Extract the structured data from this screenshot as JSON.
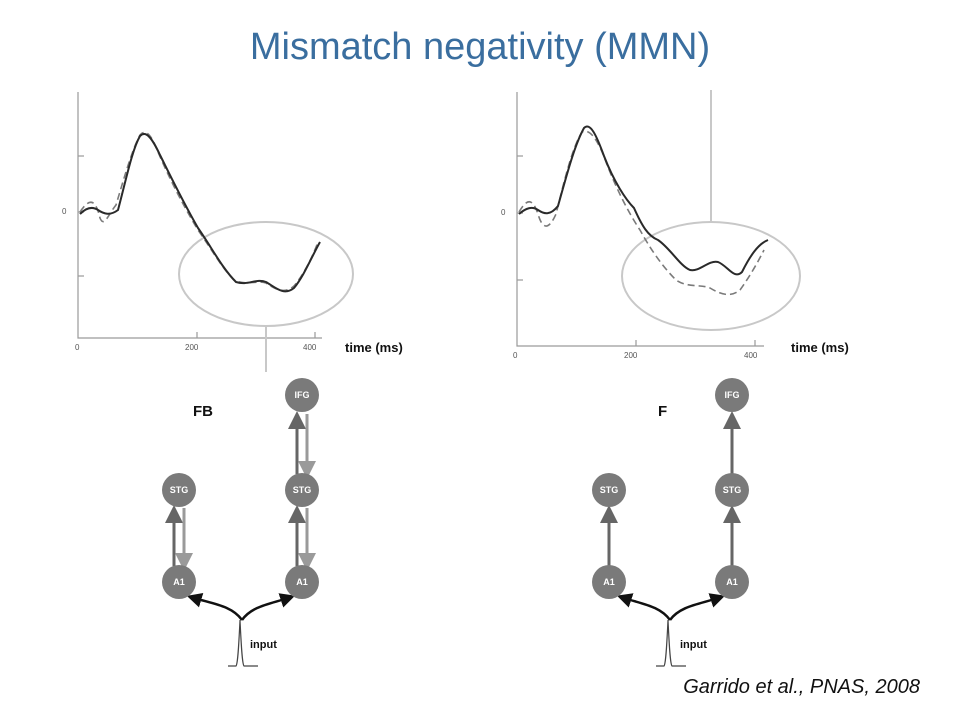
{
  "title": "Mismatch negativity (MMN)",
  "citation": "Garrido et al., PNAS, 2008",
  "colors": {
    "title": "#3a6e9f",
    "node": "#7a7a7a",
    "arrow_up": "#666666",
    "arrow_down": "#9a9a9a",
    "ellipse": "#c8c8c8"
  },
  "plots": [
    {
      "zero_label": "0",
      "x_ticks": [
        "0",
        "200",
        "400"
      ],
      "time_label": "time (ms)"
    },
    {
      "zero_label": "0",
      "x_ticks": [
        "0",
        "200",
        "400"
      ],
      "time_label": "time (ms)"
    }
  ],
  "networks": [
    {
      "label": "FB",
      "nodes": {
        "ifg": "IFG",
        "stg_left": "STG",
        "stg_right": "STG",
        "a1_left": "A1",
        "a1_right": "A1"
      },
      "input_label": "input"
    },
    {
      "label": "F",
      "nodes": {
        "ifg": "IFG",
        "stg_left": "STG",
        "stg_right": "STG",
        "a1_left": "A1",
        "a1_right": "A1"
      },
      "input_label": "input"
    }
  ]
}
